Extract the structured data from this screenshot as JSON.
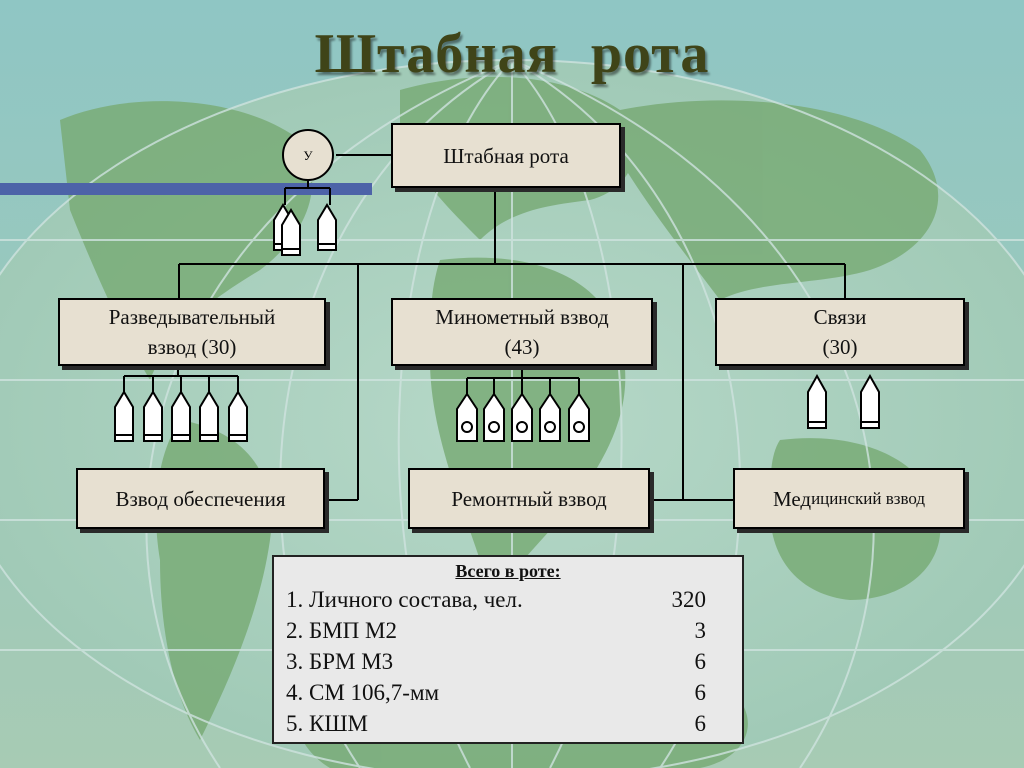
{
  "title": "Штабная  рота",
  "hq_box": "Штабная  рота",
  "commander_symbol": "У",
  "platoons": [
    {
      "line1": "Разведывательный",
      "line2": "взвод (30)"
    },
    {
      "line1": "Минометный взвод",
      "line2": "(43)"
    },
    {
      "line1": "Связи",
      "line2": "(30)"
    }
  ],
  "support_units": [
    {
      "label": "Взвод обеспечения"
    },
    {
      "label": "Ремонтный взвод"
    },
    {
      "label_big": "Мед",
      "label_small": "ицинский взвод"
    }
  ],
  "summary": {
    "heading": "Всего в роте:",
    "rows": [
      {
        "label": "1. Личного состава, чел.",
        "value": "320"
      },
      {
        "label": "2. БМП М2",
        "value": "3"
      },
      {
        "label": "3. БРМ М3",
        "value": "6"
      },
      {
        "label": "4. СМ 106,7-мм",
        "value": "6"
      },
      {
        "label": "5. КШМ",
        "value": "6"
      }
    ]
  },
  "colors": {
    "ocean": "#a9cfc0",
    "land": "#7fb07c",
    "box_fill": "#e7e0d1",
    "title": "#3f4418",
    "blue_bar": "#4d63a8"
  }
}
